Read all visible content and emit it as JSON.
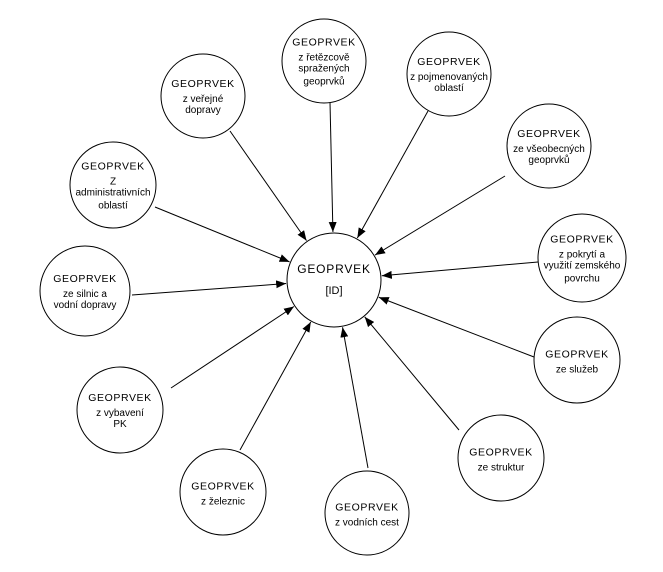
{
  "center": {
    "title": "GEOPRVEK",
    "id_label": "[ID]"
  },
  "nodes": [
    {
      "key": "verejne-dopravy",
      "title": "GEOPRVEK",
      "lines": [
        "z veřejné",
        "dopravy"
      ]
    },
    {
      "key": "retezcove-sprazenych",
      "title": "GEOPRVEK",
      "lines": [
        "z řetězcově",
        "spražených",
        "geoprvků"
      ]
    },
    {
      "key": "pojmenovanych-oblasti",
      "title": "GEOPRVEK",
      "lines": [
        "z pojmenovaných",
        "oblastí"
      ]
    },
    {
      "key": "vseobecnych-geoprvku",
      "title": "GEOPRVEK",
      "lines": [
        "ze všeobecných",
        "geoprvků"
      ]
    },
    {
      "key": "administrativnich-oblasti",
      "title": "GEOPRVEK",
      "lines": [
        "Z",
        "administrativních",
        "oblastí"
      ]
    },
    {
      "key": "pokryti-povrchu",
      "title": "GEOPRVEK",
      "lines": [
        "z pokrytí a",
        "využití zemského",
        "povrchu"
      ]
    },
    {
      "key": "silnic-vodni-dopravy",
      "title": "GEOPRVEK",
      "lines": [
        "ze silnic a",
        "vodní dopravy"
      ]
    },
    {
      "key": "sluzeb",
      "title": "GEOPRVEK",
      "lines": [
        "ze služeb"
      ]
    },
    {
      "key": "vybaveni-pk",
      "title": "GEOPRVEK",
      "lines": [
        "z vybavení",
        "PK"
      ]
    },
    {
      "key": "struktur",
      "title": "GEOPRVEK",
      "lines": [
        "ze struktur"
      ]
    },
    {
      "key": "zelenic",
      "title": "GEOPRVEK",
      "lines": [
        "z železnic"
      ]
    },
    {
      "key": "vodnich-cest",
      "title": "GEOPRVEK",
      "lines": [
        "z vodních cest"
      ]
    }
  ]
}
